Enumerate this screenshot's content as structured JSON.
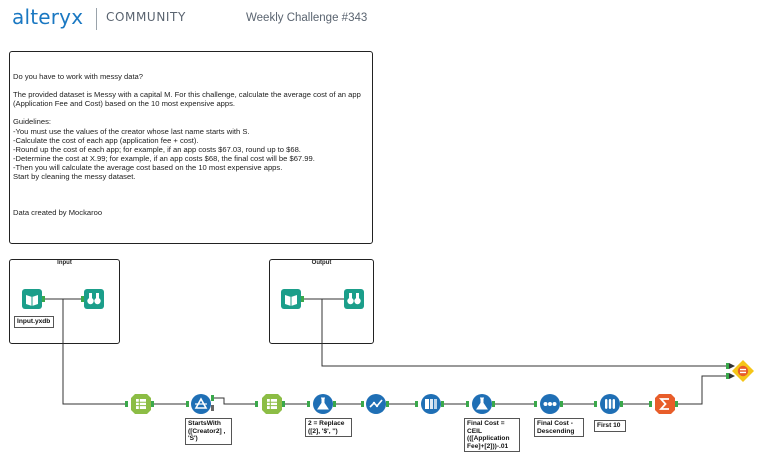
{
  "header": {
    "brand": "alteryx",
    "section": "COMMUNITY",
    "challenge_title": "Weekly Challenge #343"
  },
  "comment": {
    "text": "Do you have to work with messy data?\n\nThe provided dataset is Messy with a capital M. For this challenge, calculate the average cost of an app (Application Fee and Cost) based on the 10 most expensive apps.\n\nGuidelines:\n-You must use the values of the creator whose last name starts with S.\n-Calculate the cost of each app (application fee + cost).\n-Round up the cost of each app; for example, if an app costs $67.03, round up to $68.\n-Determine the cost at X.99; for example, if an app costs $68, the final cost will be $67.99.\n-Then you will calculate the average cost based on the 10 most expensive apps.\nStart by cleaning the messy dataset.\n\n\n\nData created by Mockaroo"
  },
  "containers": {
    "input_title": "Input",
    "output_title": "Output"
  },
  "labels": {
    "input_file": "Input.yxdb",
    "filter": "StartsWith ([Creator2] , 'S')",
    "formula_replace": "2 = Replace ([2], '$', '')",
    "formula_final": "Final Cost = CEIL (([Application Fee]+[2]))-.01",
    "sort": "Final Cost - Descending",
    "sample": "First 10"
  },
  "colors": {
    "brand": "#1a78c2",
    "in_out": "#1b9e8a",
    "preparation": "#8cbd45",
    "blue_tool": "#1f6fb5",
    "summarize": "#e85d2a",
    "test": "#f5c518"
  }
}
